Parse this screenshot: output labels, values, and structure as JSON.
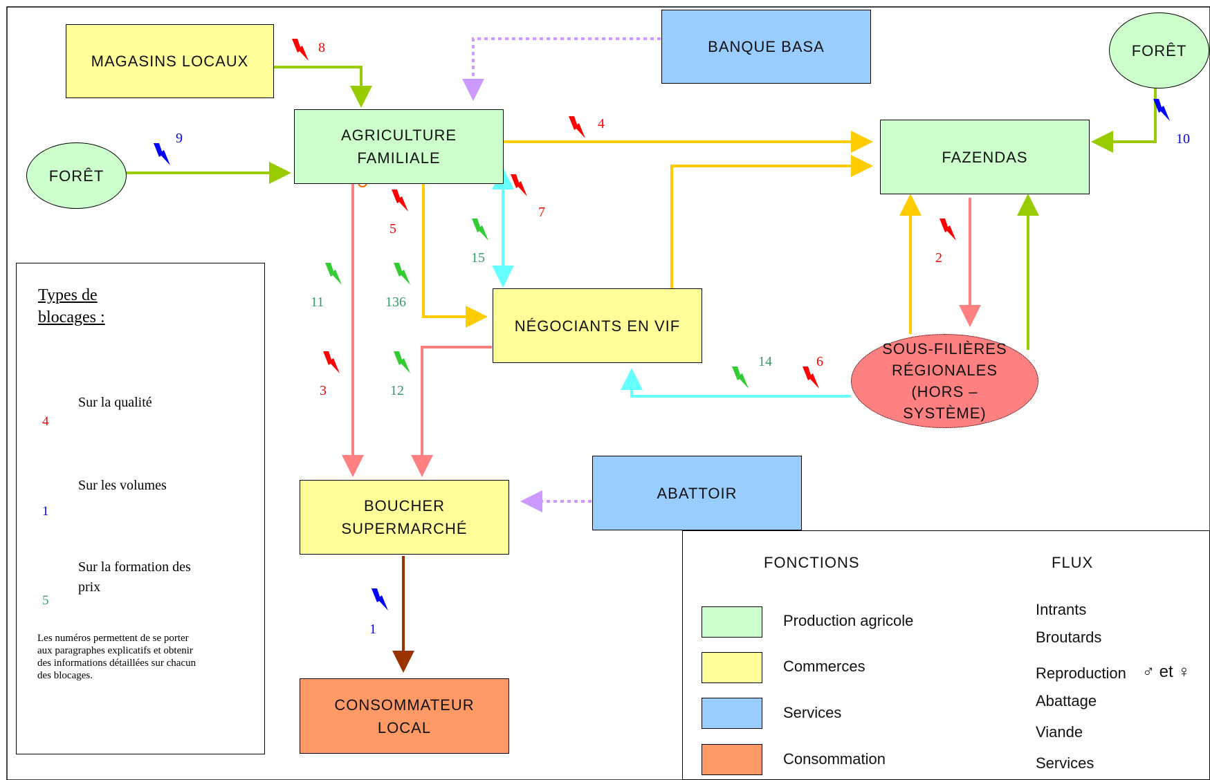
{
  "nodes": {
    "magasins": "MAGASINS LOCAUX",
    "banque": "BANQUE BASA",
    "foret_left": "FORÊT",
    "foret_right": "FORÊT",
    "agriculture": "AGRICULTURE\nFAMILIALE",
    "fazendas": "FAZENDAS",
    "negociants": "NÉGOCIANTS EN VIF",
    "sous_filieres": "SOUS-FILIÈRES\nRÉGIONALES\n(HORS –\nSYSTÈME)",
    "boucher": "BOUCHER\nSUPERMARCHÉ",
    "abattoir": "ABATTOIR",
    "consommateur": "CONSOMMATEUR\nLOCAL"
  },
  "blockage_labels": {
    "b8": "8",
    "b9": "9",
    "b4": "4",
    "b10": "10",
    "b5": "5",
    "b7": "7",
    "b15": "15",
    "b2": "2",
    "b11": "11",
    "b136": "136",
    "b3": "3",
    "b12": "12",
    "b14": "14",
    "b6": "6",
    "b1": "1"
  },
  "blockage_types": {
    "title": "Types de\nblocages :",
    "items": [
      {
        "label": "Sur la qualité",
        "number": "4",
        "color": "#ff0000"
      },
      {
        "label": "Sur les volumes",
        "number": "1",
        "color": "#0000ff"
      },
      {
        "label": "Sur la formation des\nprix",
        "number": "5",
        "color": "#33cc33"
      }
    ],
    "note": "Les numéros permettent de se porter\naux paragraphes explicatifs et obtenir\ndes informations détaillées sur chacun\ndes blocages."
  },
  "legend": {
    "fonctions_title": "FONCTIONS",
    "flux_title": "FLUX",
    "fonctions": [
      {
        "label": "Production agricole",
        "color": "#ccffcc"
      },
      {
        "label": "Commerces",
        "color": "#ffff99"
      },
      {
        "label": "Services",
        "color": "#99ccff"
      },
      {
        "label": "Consommation",
        "color": "#ff9966"
      }
    ],
    "flux": [
      {
        "label": "Intrants",
        "color": "#99cc00"
      },
      {
        "label": "Broutards",
        "color": "#ffcc00"
      },
      {
        "label": "Reproduction",
        "symbols": "♂ et ♀",
        "color": "#66ffff"
      },
      {
        "label": "Abattage",
        "color": "#ff8080"
      },
      {
        "label": "Viande",
        "color": "#993300"
      },
      {
        "label": "Services",
        "color": "#cc99ff"
      }
    ]
  },
  "colors": {
    "intrants": "#99cc00",
    "broutards": "#ffcc00",
    "reproduction": "#66ffff",
    "abattage": "#ff8080",
    "viande": "#993300",
    "services": "#cc99ff",
    "qualite": "#ff0000",
    "volumes": "#0000ff",
    "prix": "#33cc33",
    "prix_text": "#339966"
  }
}
